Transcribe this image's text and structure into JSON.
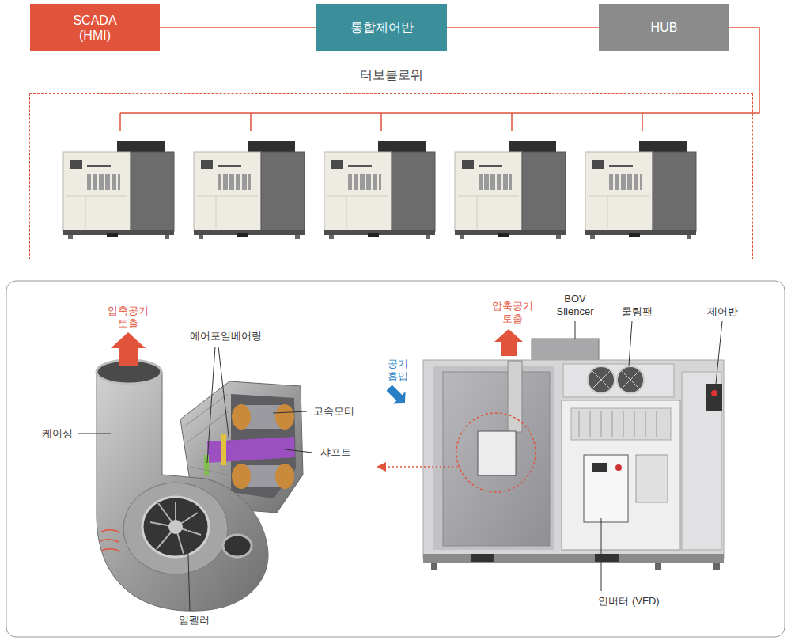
{
  "diagram": {
    "nodes": [
      {
        "text": [
          "SCADA (HMI)"
        ]
      },
      {
        "text": [
          "통합제어반"
        ]
      },
      {
        "text": [
          "HUB"
        ]
      },
      {
        "text": [
          "터보블로워"
        ]
      }
    ],
    "edges": [
      {
        "from": 0,
        "to": 1,
        "arrow": "none"
      },
      {
        "from": 1,
        "to": 2,
        "arrow": "none"
      },
      {
        "from": 2,
        "to": 3,
        "arrow": "none"
      }
    ],
    "labels": [
      "압축공기 토출",
      "에어포일베어링",
      "케이싱",
      "고속모터",
      "샤프트",
      "임펠러",
      "공기 흡입",
      "압축공기 토출",
      "BOV Silencer",
      "쿨링팬",
      "제어반",
      "인버터 (VFD)"
    ]
  }
}
